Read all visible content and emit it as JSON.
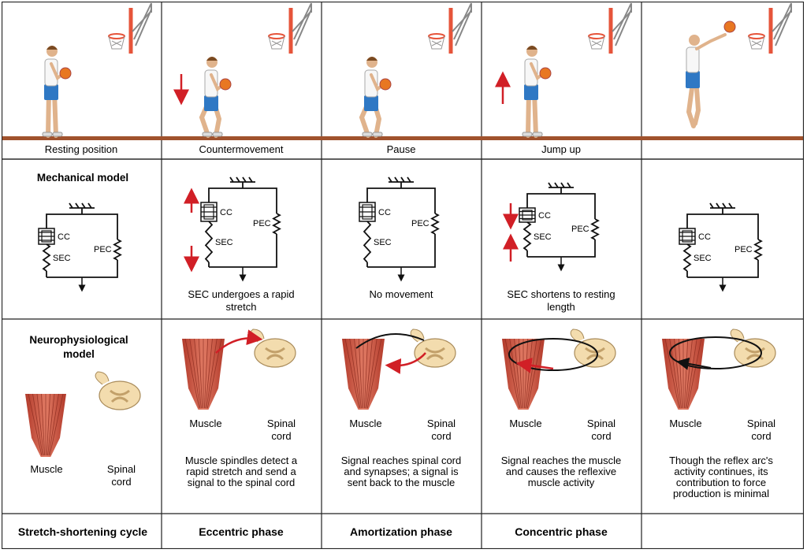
{
  "stages": [
    {
      "caption": "Resting position",
      "mech_note": [],
      "neuro_note": [],
      "footer": "Stretch-shortening cycle"
    },
    {
      "caption": "Countermovement",
      "mech_note": [
        "SEC undergoes a rapid",
        "stretch"
      ],
      "neuro_note": [
        "Muscle spindles detect a",
        "rapid stretch and send a",
        "signal to the spinal cord"
      ],
      "footer": "Eccentric phase"
    },
    {
      "caption": "Pause",
      "mech_note": [
        "No movement"
      ],
      "neuro_note": [
        "Signal reaches spinal cord",
        "and synapses; a signal is",
        "sent back to the muscle"
      ],
      "footer": "Amortization phase"
    },
    {
      "caption": "Jump up",
      "mech_note": [
        "SEC shortens to resting",
        "length"
      ],
      "neuro_note": [
        "Signal reaches the muscle",
        "and causes the reflexive",
        "muscle activity"
      ],
      "footer": "Concentric phase"
    },
    {
      "caption": "",
      "mech_note": [],
      "neuro_note": [
        "Though the reflex arc's",
        "activity continues, its",
        "contribution to force",
        "production is minimal"
      ],
      "footer": ""
    }
  ],
  "row_labels": {
    "mechanical": "Mechanical model",
    "neuro_1": "Neurophysiological",
    "neuro_2": "model"
  },
  "labels": {
    "cc": "CC",
    "sec": "SEC",
    "pec": "PEC",
    "muscle": "Muscle",
    "spinal_1": "Spinal",
    "spinal_2": "cord"
  },
  "colors": {
    "floor": "#a0522d",
    "arrow": "#d11f26",
    "muscle": "#c8503e",
    "ball": "#e87722",
    "shorts": "#2f78c4",
    "cord": "#f3dcae",
    "hoop": "#e6543a"
  }
}
